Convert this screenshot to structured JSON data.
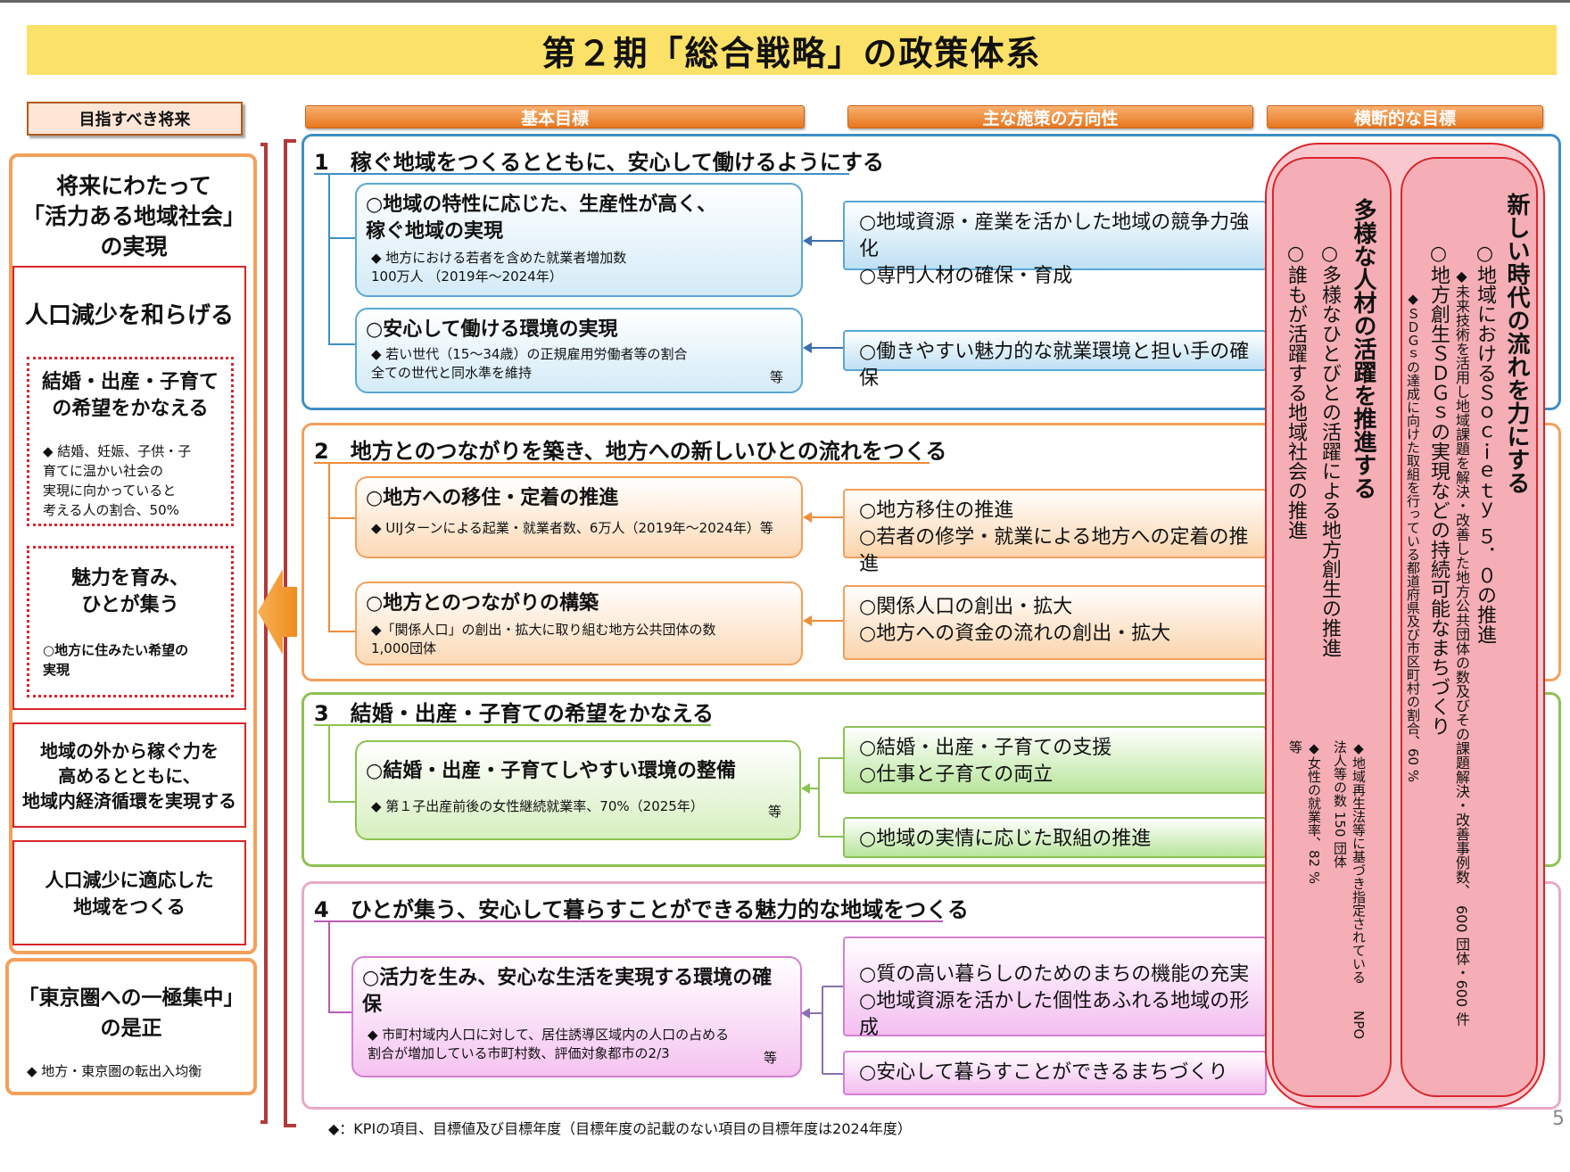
{
  "title": "第２期「総合戦略」の政策体系",
  "headers": {
    "future": "目指すべき将来",
    "basic": "基本目標",
    "policy": "主な施策の方向性",
    "cross": "横断的な目標"
  },
  "future": {
    "main": "将来にわたって\n「活力ある地域社会」\nの実現",
    "pop_reduce": "人口減少を和らげる",
    "hope_title": "結婚・出産・子育て\nの希望をかなえる",
    "hope_kpi": "◆ 結婚、妊娠、子供・子\n育てに温かい社会の\n実現に向かっていると\n考える人の割合、50%",
    "attract_title": "魅力を育み、\nひとが集う",
    "attract_kpi": "○地方に住みたい希望の\n実現",
    "economy": "地域の外から稼ぐ力を\n高めるとともに、\n地域内経済循環を実現する",
    "adapt": "人口減少に適応した\n地域をつくる",
    "tokyo_title": "「東京圏への一極集中」\nの是正",
    "tokyo_kpi": "◆ 地方・東京圏の転出入均衡"
  },
  "goals": [
    {
      "title": "1　稼ぐ地域をつくるとともに、安心して働けるようにする",
      "subs": [
        {
          "title": "○地域の特性に応じた、生産性が高く、\n稼ぐ地域の実現",
          "kpi": "◆ 地方における若者を含めた就業者増加数\n100万人 （2019年～2024年）"
        },
        {
          "title": "○安心して働ける環境の実現",
          "kpi": "◆ 若い世代（15～34歳）の正規雇用労働者等の割合\n全ての世代と同水準を維持",
          "etc": "等"
        }
      ],
      "policies": [
        "○地域資源・産業を活かした地域の競争力強化\n○専門人材の確保・育成",
        "○働きやすい魅力的な就業環境と担い手の確保"
      ]
    },
    {
      "title": "2　地方とのつながりを築き、地方への新しいひとの流れをつくる",
      "subs": [
        {
          "title": "○地方への移住・定着の推進",
          "kpi": "◆ UIJターンによる起業・就業者数、6万人（2019年～2024年）等"
        },
        {
          "title": "○地方とのつながりの構築",
          "kpi": "◆「関係人口」の創出・拡大に取り組む地方公共団体の数\n1,000団体"
        }
      ],
      "policies": [
        "○地方移住の推進\n○若者の修学・就業による地方への定着の推進",
        "○関係人口の創出・拡大\n○地方への資金の流れの創出・拡大"
      ]
    },
    {
      "title": "3　結婚・出産・子育ての希望をかなえる",
      "subs": [
        {
          "title": "○結婚・出産・子育てしやすい環境の整備",
          "kpi": "◆ 第１子出産前後の女性継続就業率、70%（2025年）",
          "etc": "等"
        }
      ],
      "policies": [
        "○結婚・出産・子育ての支援\n○仕事と子育ての両立",
        "○地域の実情に応じた取組の推進"
      ]
    },
    {
      "title": "4　ひとが集う、安心して暮らすことができる魅力的な地域をつくる",
      "subs": [
        {
          "title": "○活力を生み、安心な生活を実現する環境の確保",
          "kpi": "◆ 市町村域内人口に対して、居住誘導区域内の人口の占める\n割合が増加している市町村数、評価対象都市の2/3",
          "etc": "等"
        }
      ],
      "policies": [
        "○質の高い暮らしのためのまちの機能の充実\n○地域資源を活かした個性あふれる地域の形成",
        "○安心して暮らすことができるまちづくり"
      ]
    }
  ],
  "cross": [
    {
      "title": "多様な人材の活躍を推進する",
      "items": [
        "○多様なひとびとの活躍による地方創生の推進",
        "○誰もが活躍する地域社会の推進"
      ],
      "kpis": [
        "◆地域再生法等に基づき指定されている　　NPO法人等の数 150 団体",
        "◆女性の就業率、82 %　　　　　　　等"
      ]
    },
    {
      "title": "新しい時代の流れを力にする",
      "items": [
        "○地域におけるＳｏｃｉｅｔｙ ５．０の推進",
        "○地方創生ＳＤＧｓの実現などの持続可能なまちづくり"
      ],
      "kpis": [
        "◆未来技術を活用し地域課題を解決・改善した地方公共団体の数及びその課題解決・改善事例数、　600 団体・600 件",
        "◆ＳＤＧｓの達成に向けた取組を行っている都道府県及び市区町村の割合、60 %"
      ]
    }
  ],
  "footnote": "◆：KPIの項目、目標値及び目標年度（目標年度の記載のない項目の目標年度は2024年度）",
  "page_number": "5",
  "colors": {
    "blue": "#3d8fc6",
    "orange": "#f08c3a",
    "green": "#8cc253",
    "pink": "#b85bb4",
    "red": "#d9252a",
    "yellow": "#fbe167"
  }
}
